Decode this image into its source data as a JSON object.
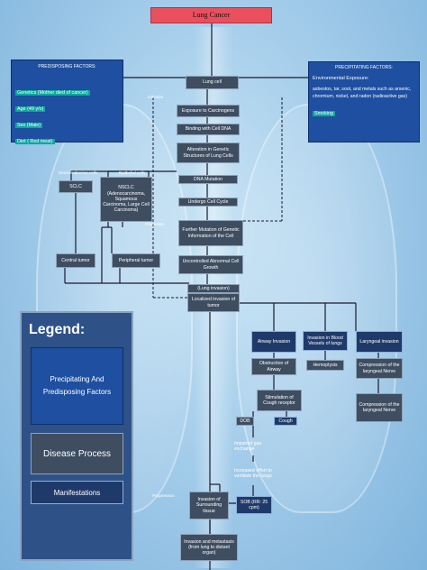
{
  "title": "Lung Cancer",
  "predisposing": {
    "header": "PREDISPOSING FACTORS:",
    "items": [
      "Genetics (Mother died of cancer)",
      "Age (49 y/o)",
      "Sex (Male)",
      "Diet ( Red meat)"
    ]
  },
  "precipitating": {
    "header": "PRECIPITATING FACTORS:",
    "env_label": "Environmental Exposure:",
    "env_text": "asbestos, tar, soot, and metals such as arsenic, chromium, nickel, and radon (radioactive gas)",
    "item": "Smoking"
  },
  "nodes": {
    "lung_cell": "Lung cell",
    "exposure": "Exposure to Carcinogens",
    "binding": "Binding with Cell DNA",
    "alteration": "Alteration in Genetic Structures of Lung Cells",
    "dna_mutation": "DNA Mutation",
    "undergo": "Undergo Cell Cycle",
    "further": "Further Mutation of Genetic Information of the Cell",
    "uncontrolled": "Uncontrolled Abnormal Cell Growth",
    "lung_invasion": "(Lung invasion)",
    "localized": "Localized invasion of tumor",
    "sclc": "SCLC",
    "nsclc": "NSCLC (Adenocarcinoma, Squamous Carcinoma, Large Cell Carcinoma)",
    "central": "Central tumor",
    "peripheral": "Peripheral tumor",
    "airway": "Airway Invasion",
    "blood": "Invasion in Blood Vessels of lungs",
    "laryngeal": "Laryngeal invasion",
    "obstruction": "Obstruction of Airway",
    "hemoptysis": "Hemoptysis",
    "comp1": "Compression of the laryngeal Nerve",
    "comp2": "Compression of the laryngeal Nerve",
    "stimulation": "Stimulation of Cough receptor",
    "dob": "DOB",
    "cough": "Cough",
    "impaired": "Impaired gas exchange",
    "increased": "Increased effort to ventilate the lungs",
    "sob": "SOB (RR: 25 cpm)",
    "surrounding": "Invasion of Surrounding tissue",
    "metastasis": "Invasion and metastasis (from lung to distant organ)"
  },
  "labels": {
    "initiation": "Initiation",
    "promotion": "Promotion",
    "progression": "Progression",
    "neuroendocrine": "Neuroendocrine cells",
    "epithelial": "Epithelial cells"
  },
  "legend": {
    "title": "Legend:",
    "factors": "Precipitating And Predisposing Factors",
    "disease": "Disease Process",
    "manifestations": "Manifestations"
  }
}
